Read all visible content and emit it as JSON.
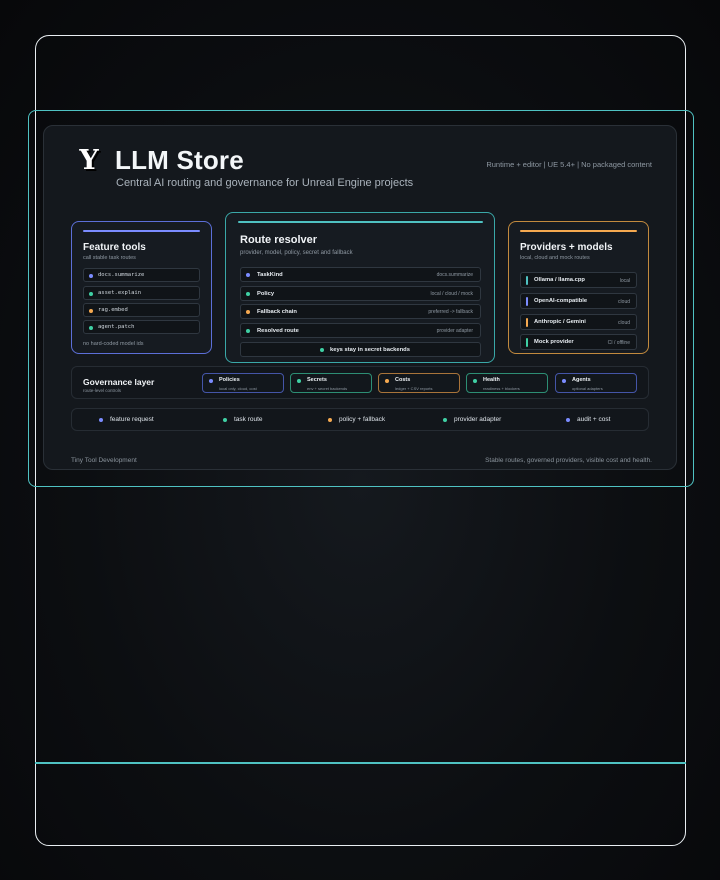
{
  "header": {
    "logo": "Y",
    "title": "LLM Store",
    "subtitle": "Central AI routing and governance for Unreal Engine projects",
    "meta": "Runtime + editor  |  UE 5.4+  |  No packaged content"
  },
  "feature_tools": {
    "title": "Feature tools",
    "subtitle": "call stable task routes",
    "items": [
      {
        "label": "docs.summarize",
        "color": "#7b8cff"
      },
      {
        "label": "asset.explain",
        "color": "#3fd0a4"
      },
      {
        "label": "rag.embed",
        "color": "#f5a950"
      },
      {
        "label": "agent.patch",
        "color": "#3fd0a4"
      }
    ],
    "note": "no hard-coded model ids"
  },
  "route_resolver": {
    "title": "Route resolver",
    "subtitle": "provider, model, policy, secret and fallback",
    "rows": [
      {
        "label": "TaskKind",
        "value": "docs.summarize",
        "color": "#7b8cff"
      },
      {
        "label": "Policy",
        "value": "local / cloud / mock",
        "color": "#3fd0a4"
      },
      {
        "label": "Fallback chain",
        "value": "preferred -> fallback",
        "color": "#f5a950"
      },
      {
        "label": "Resolved route",
        "value": "provider adapter",
        "color": "#3fd0a4"
      }
    ],
    "footer": "keys stay in secret backends"
  },
  "providers": {
    "title": "Providers + models",
    "subtitle": "local, cloud and mock routes",
    "items": [
      {
        "label": "Ollama / llama.cpp",
        "value": "local",
        "color": "#4fc2c2"
      },
      {
        "label": "OpenAI-compatible",
        "value": "cloud",
        "color": "#7b8cff"
      },
      {
        "label": "Anthropic / Gemini",
        "value": "cloud",
        "color": "#f5a950"
      },
      {
        "label": "Mock provider",
        "value": "CI / offline",
        "color": "#3fd0a4"
      }
    ]
  },
  "governance": {
    "title": "Governance layer",
    "subtitle": "route-level controls",
    "items": [
      {
        "label": "Policies",
        "value": "local only, cloud, cost",
        "color": "#7b8cff"
      },
      {
        "label": "Secrets",
        "value": "env + secret backends",
        "color": "#3fd0a4"
      },
      {
        "label": "Costs",
        "value": "ledger + CSV reports",
        "color": "#f5a950"
      },
      {
        "label": "Health",
        "value": "readiness + blockers",
        "color": "#3fd0a4"
      },
      {
        "label": "Agents",
        "value": "optional adapters",
        "color": "#7b8cff"
      }
    ]
  },
  "flow": [
    {
      "label": "feature request",
      "color": "#7b8cff"
    },
    {
      "label": "task route",
      "color": "#3fd0a4"
    },
    {
      "label": "policy + fallback",
      "color": "#f5a950"
    },
    {
      "label": "provider adapter",
      "color": "#3fd0a4"
    },
    {
      "label": "audit + cost",
      "color": "#7b8cff"
    }
  ],
  "footer": {
    "left": "Tiny Tool Development",
    "right": "Stable routes, governed providers, visible cost and health."
  },
  "colors": {
    "teal": "#4fc2c2",
    "blue": "#7b8cff",
    "orange": "#f5a950",
    "green": "#3fd0a4"
  }
}
